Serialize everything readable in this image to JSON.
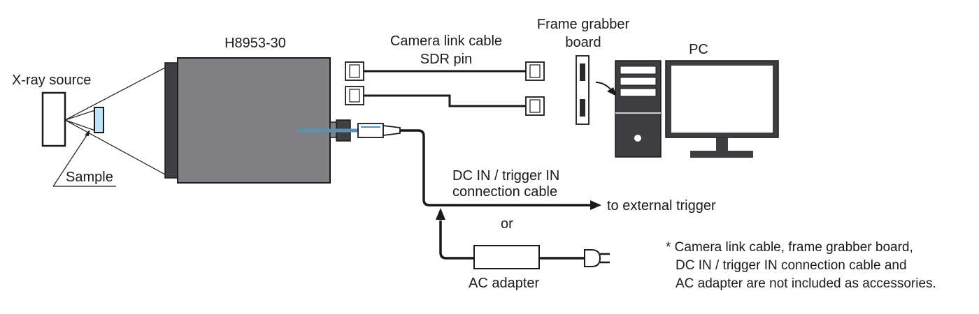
{
  "labels": {
    "camera_model": "H8953-30",
    "xray_source": "X-ray source",
    "sample": "Sample",
    "camera_link_cable_line1": "Camera link cable",
    "camera_link_cable_line2": "SDR pin",
    "frame_grabber_line1": "Frame grabber",
    "frame_grabber_line2": "board",
    "pc": "PC",
    "dc_cable_line1": "DC IN / trigger IN",
    "dc_cable_line2": "connection cable",
    "external_trigger": "to external trigger",
    "or": "or",
    "ac_adapter": "AC adapter"
  },
  "note": {
    "line1": "* Camera link cable, frame grabber board,",
    "line2": "DC IN / trigger IN connection cable and",
    "line3": "AC adapter are not included as accessories."
  },
  "colors": {
    "camera_body": "#808084",
    "camera_front": "#3f3f44",
    "pc_body": "#3d3d42",
    "sample": "#bfe4f7",
    "beam": "#5f8fb0",
    "line": "#1a1a1a"
  }
}
